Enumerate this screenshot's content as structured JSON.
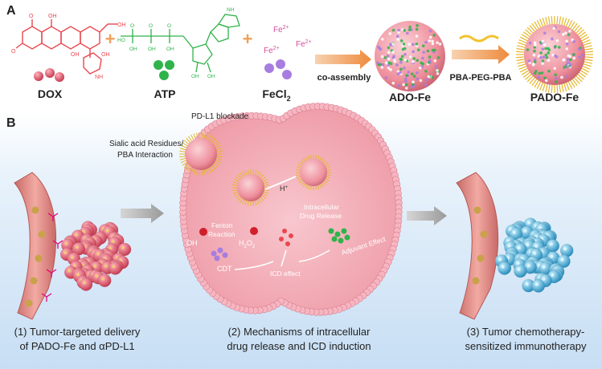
{
  "panel_a": {
    "letter": "A",
    "plus": "+",
    "reagents": [
      {
        "name": "DOX",
        "color": "#e8474f"
      },
      {
        "name": "ATP",
        "color": "#2fb34a"
      },
      {
        "name": "FeCl",
        "subscript": "2",
        "color": "#a77de0"
      }
    ],
    "fe_label": "Fe",
    "fe_charge": "2+",
    "step1_label": "co-assembly",
    "step2_label": "PBA-PEG-PBA",
    "product1": "ADO-Fe",
    "product2": "PADO-Fe"
  },
  "panel_b": {
    "letter": "B",
    "annotations": {
      "pdl1_blockade": "PD-L1 blockade",
      "sialic_line1": "Sialic acid Residues/",
      "sialic_line2": "PBA Interaction",
      "h_plus": "H",
      "h_plus_sup": "+",
      "intracellular_line1": "Intracellular",
      "intracellular_line2": "Drug Release",
      "fenton_line1": "Fenton",
      "fenton_line2": "Reaction",
      "oh": "OH",
      "h2o2": "H",
      "h2o2_sub": "2",
      "h2o2_tail": "O",
      "h2o2_sub2": "2",
      "cdt": "CDT",
      "icd_effect": "ICD effect",
      "adjuvant_effect": "Adjuvant Effect"
    },
    "captions": [
      {
        "line1": "(1) Tumor-targeted delivery",
        "line2": "of PADO-Fe and αPD-L1"
      },
      {
        "line1": "(2) Mechanisms of intracellular",
        "line2": "drug release and ICD induction"
      },
      {
        "line1": "(3) Tumor chemotherapy-",
        "line2": "sensitized immunotherapy"
      }
    ]
  },
  "colors": {
    "dox_red": "#e8474f",
    "atp_green": "#2fb34a",
    "fe_purple": "#a77de0",
    "arrow_orange": "#f0a05a",
    "peg_yellow": "#f2c22e",
    "cell_pink": "#f4a9b3",
    "vessel": "#e58b86",
    "tumor_red": "#e46173",
    "tumor_blue": "#56c6e8",
    "background_blue": "#d3e7f8"
  }
}
